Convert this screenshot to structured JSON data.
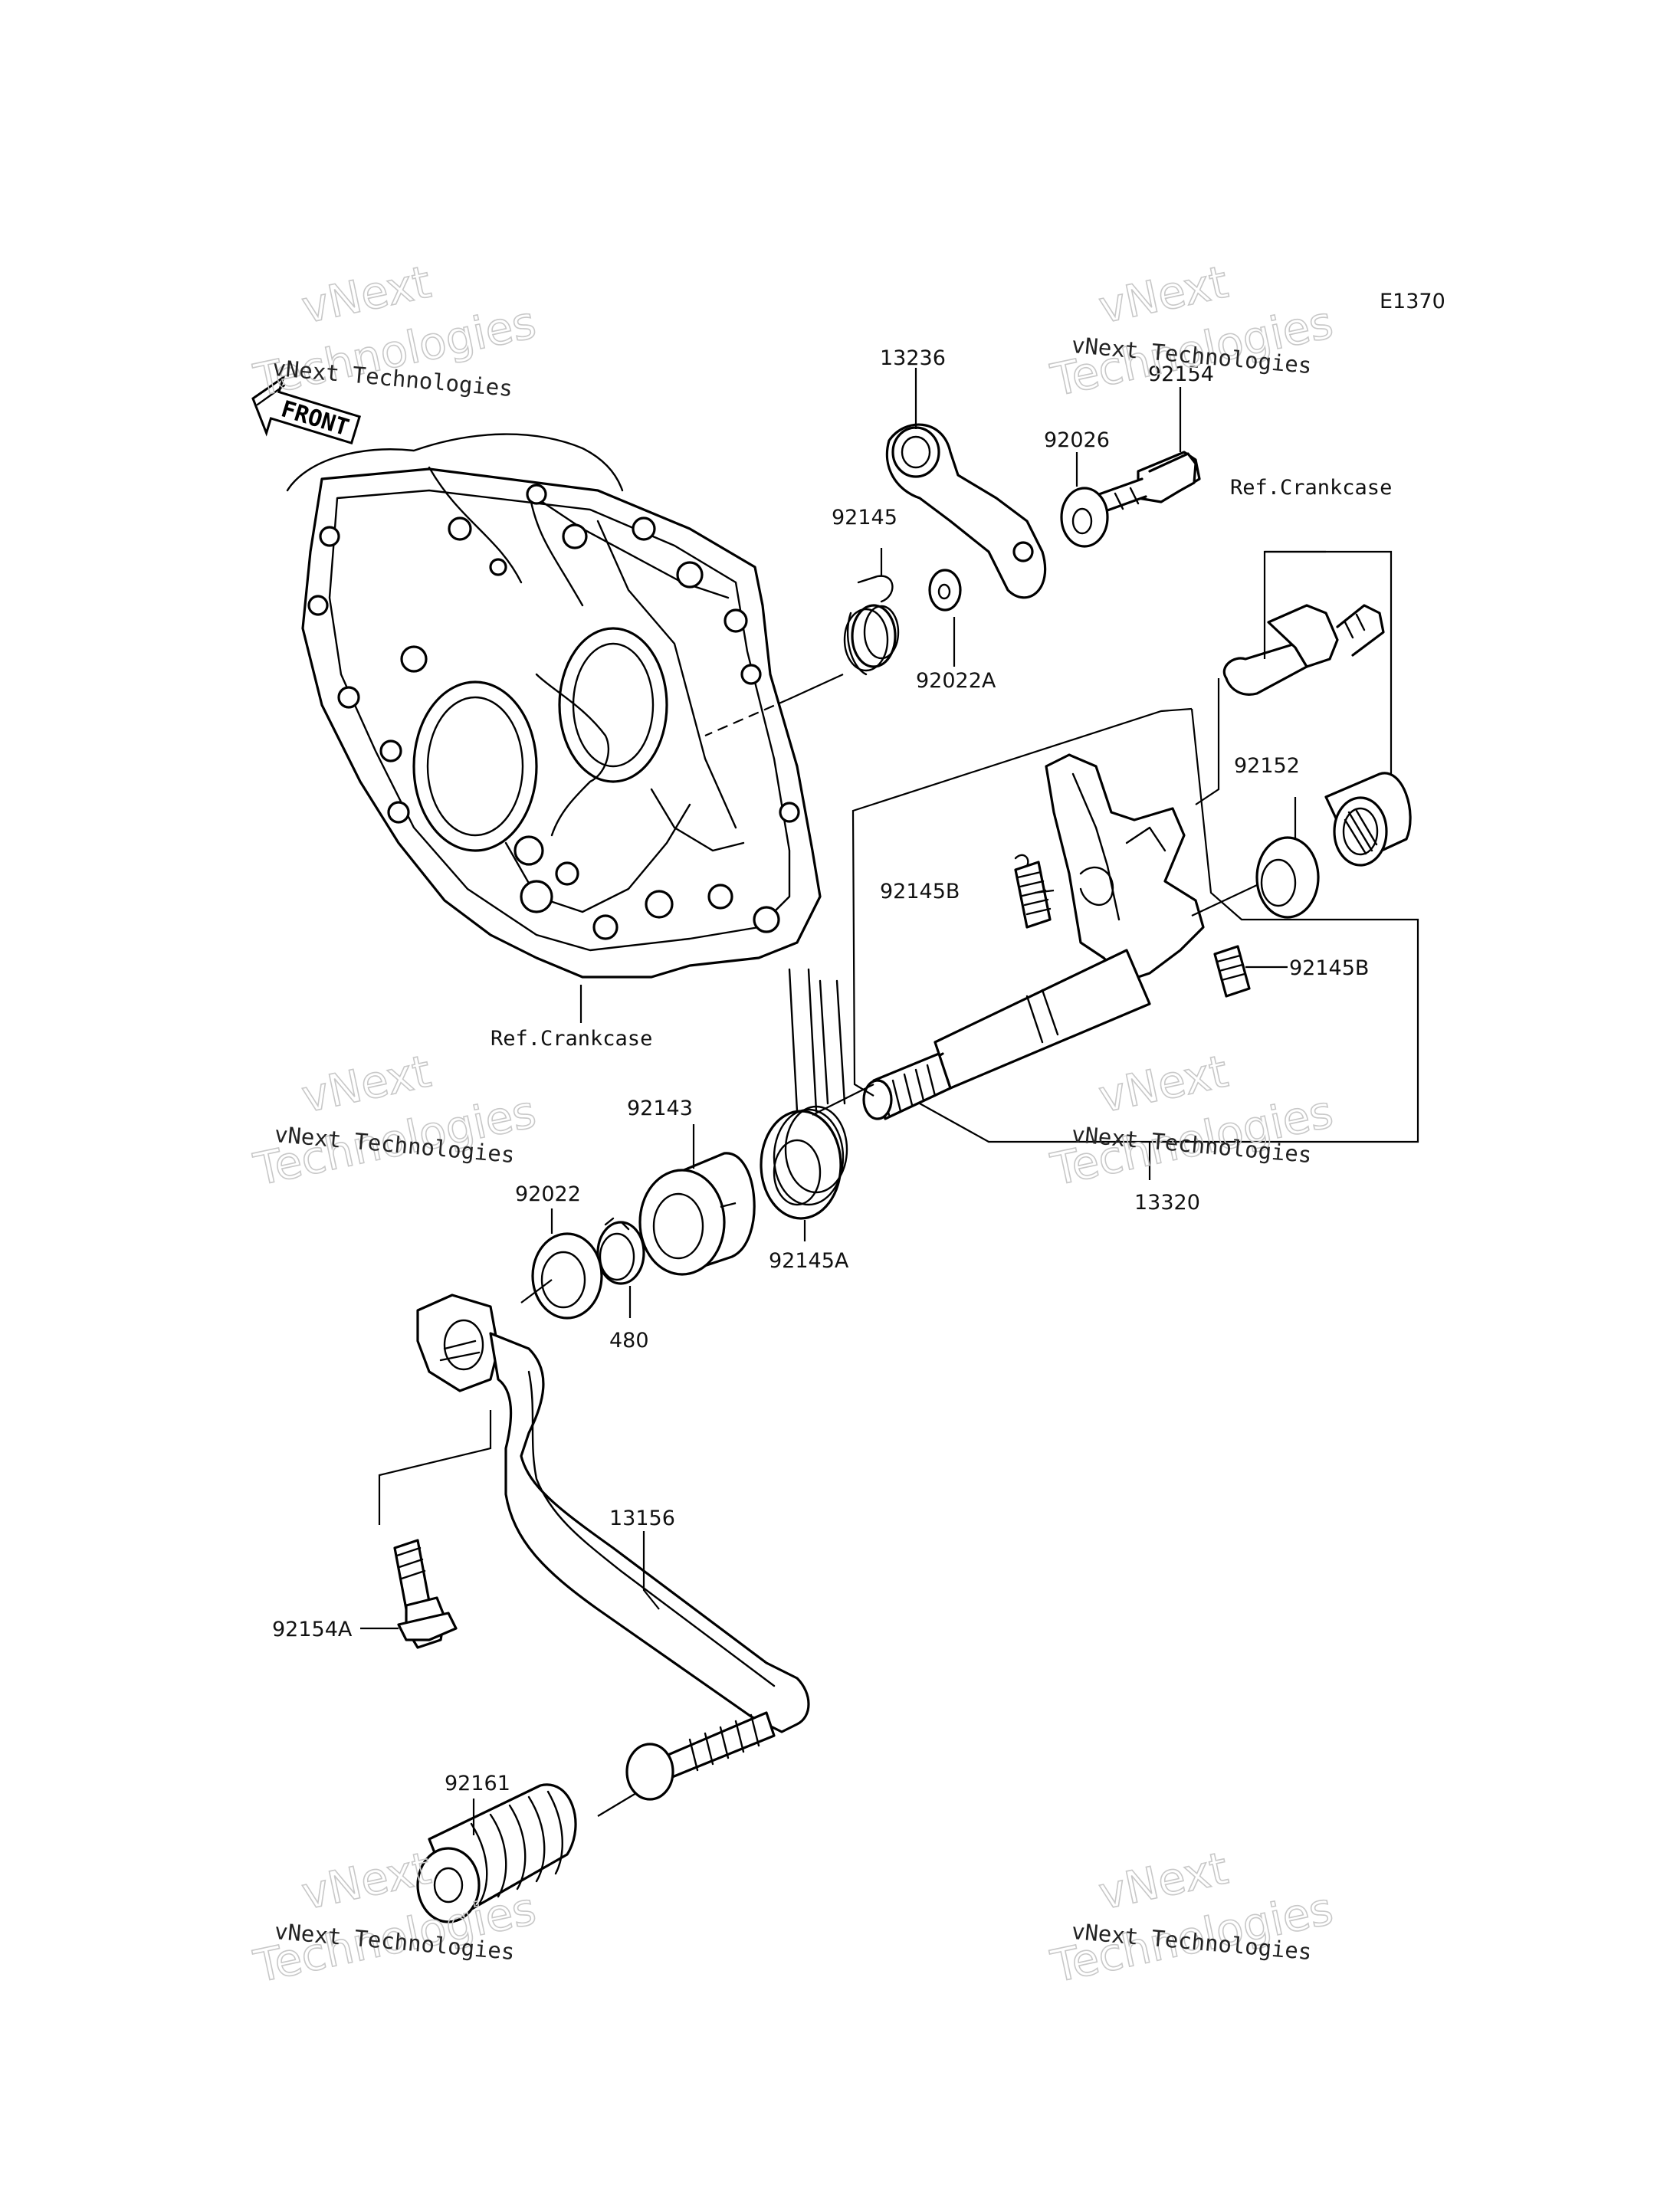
{
  "diagram_code": "E1370",
  "front_label": "FRONT",
  "watermark": {
    "line1": "vNext Technologies",
    "line2a": "vNext",
    "line2b": "Technologies"
  },
  "labels": {
    "p13236": "13236",
    "p92154": "92154",
    "p92026": "92026",
    "ref_crankcase_top": "Ref.Crankcase",
    "p92145": "92145",
    "p92022A": "92022A",
    "p92152": "92152",
    "p92145B_left": "92145B",
    "p92145B_right": "92145B",
    "ref_crankcase_left": "Ref.Crankcase",
    "p92143": "92143",
    "p92022": "92022",
    "p480": "480",
    "p92145A": "92145A",
    "p13320": "13320",
    "p13156": "13156",
    "p92154A": "92154A",
    "p92161": "92161"
  }
}
